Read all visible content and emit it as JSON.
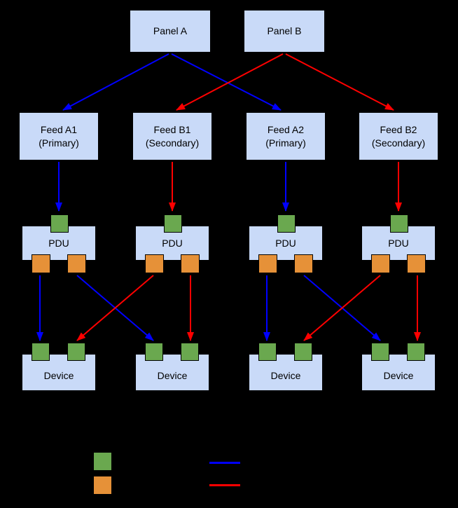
{
  "colors": {
    "background": "#000000",
    "node_fill": "#c9daf8",
    "node_border": "#000000",
    "input_port": "#6aa84f",
    "output_port": "#e69138",
    "primary_path": "#0000ff",
    "secondary_path": "#ff0000",
    "text": "#000000"
  },
  "diagram": {
    "panels": [
      {
        "label": "Panel A"
      },
      {
        "label": "Panel B"
      }
    ],
    "feeds": [
      {
        "label": "Feed A1",
        "sublabel": "(Primary)"
      },
      {
        "label": "Feed B1",
        "sublabel": "(Secondary)"
      },
      {
        "label": "Feed A2",
        "sublabel": "(Primary)"
      },
      {
        "label": "Feed B2",
        "sublabel": "(Secondary)"
      }
    ],
    "pdus": [
      {
        "label": "PDU"
      },
      {
        "label": "PDU"
      },
      {
        "label": "PDU"
      },
      {
        "label": "PDU"
      }
    ],
    "devices": [
      {
        "label": "Device"
      },
      {
        "label": "Device"
      },
      {
        "label": "Device"
      },
      {
        "label": "Device"
      }
    ],
    "edges": [
      {
        "from": "panel-a",
        "to": "feed-a1",
        "type": "primary"
      },
      {
        "from": "panel-a",
        "to": "feed-a2",
        "type": "primary"
      },
      {
        "from": "panel-b",
        "to": "feed-b1",
        "type": "secondary"
      },
      {
        "from": "panel-b",
        "to": "feed-b2",
        "type": "secondary"
      },
      {
        "from": "feed-a1",
        "to": "pdu-1",
        "type": "primary"
      },
      {
        "from": "feed-b1",
        "to": "pdu-2",
        "type": "secondary"
      },
      {
        "from": "feed-a2",
        "to": "pdu-3",
        "type": "primary"
      },
      {
        "from": "feed-b2",
        "to": "pdu-4",
        "type": "secondary"
      },
      {
        "from": "pdu-1",
        "to": "device-1",
        "type": "primary"
      },
      {
        "from": "pdu-1",
        "to": "device-2",
        "type": "primary"
      },
      {
        "from": "pdu-2",
        "to": "device-1",
        "type": "secondary"
      },
      {
        "from": "pdu-2",
        "to": "device-2",
        "type": "secondary"
      },
      {
        "from": "pdu-3",
        "to": "device-3",
        "type": "primary"
      },
      {
        "from": "pdu-3",
        "to": "device-4",
        "type": "primary"
      },
      {
        "from": "pdu-4",
        "to": "device-3",
        "type": "secondary"
      },
      {
        "from": "pdu-4",
        "to": "device-4",
        "type": "secondary"
      }
    ],
    "legend": {
      "swatches": [
        {
          "name": "input-port",
          "color": "#6aa84f"
        },
        {
          "name": "output-port",
          "color": "#e69138"
        }
      ],
      "lines": [
        {
          "name": "primary-path",
          "color": "#0000ff"
        },
        {
          "name": "secondary-path",
          "color": "#ff0000"
        }
      ]
    }
  }
}
